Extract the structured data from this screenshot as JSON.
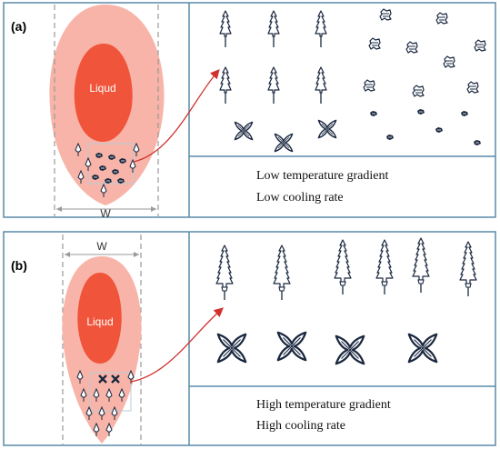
{
  "panels": [
    {
      "label": "(a)",
      "pool_label": "Liqud",
      "width_label": "W",
      "caption_line1": "Low temperature gradient",
      "caption_line2": "Low cooling rate"
    },
    {
      "label": "(b)",
      "pool_label": "Liqud",
      "width_label": "W",
      "caption_line1": "High temperature gradient",
      "caption_line2": "High cooling rate"
    }
  ],
  "colors": {
    "outer_pool": "#f8b4a8",
    "inner_pool": "#f0543a",
    "arrow": "#d0312d",
    "frame": "#5a8aa8",
    "dash": "#9a9a9a",
    "grain": "#1a2840"
  }
}
